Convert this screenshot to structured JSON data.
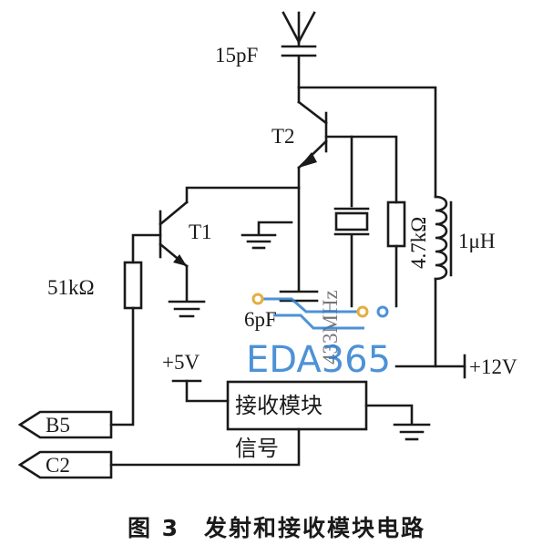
{
  "components": {
    "antenna_cap": "15pF",
    "transistor_2": "T2",
    "transistor_1": "T1",
    "resistor_base": "51kΩ",
    "resistor_collector": "4.7kΩ",
    "inductor": "1μH",
    "crystal": "433MHz",
    "cap_small": "6pF"
  },
  "rails": {
    "vcc_high": "+12V",
    "vcc_low": "+5V"
  },
  "connectors": {
    "b5": "B5",
    "c2": "C2"
  },
  "module": {
    "receiver": "接收模块",
    "signal": "信号"
  },
  "caption": "图 3　发射和接收模块电路",
  "watermark": {
    "brand": "EDA365",
    "color": "#2f7fd1"
  }
}
